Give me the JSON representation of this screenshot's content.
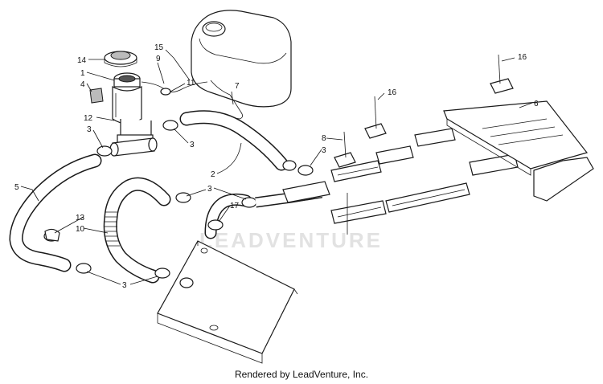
{
  "diagram": {
    "watermark": "LEADVENTURE",
    "footer": "Rendered by LeadVenture, Inc.",
    "callouts": [
      {
        "id": "c14",
        "text": "14"
      },
      {
        "id": "c1",
        "text": "1"
      },
      {
        "id": "c4",
        "text": "4"
      },
      {
        "id": "c12",
        "text": "12"
      },
      {
        "id": "c3a",
        "text": "3"
      },
      {
        "id": "c15",
        "text": "15"
      },
      {
        "id": "c9",
        "text": "9"
      },
      {
        "id": "c11",
        "text": "11"
      },
      {
        "id": "c7",
        "text": "7"
      },
      {
        "id": "c3b",
        "text": "3"
      },
      {
        "id": "c16a",
        "text": "16"
      },
      {
        "id": "c16b",
        "text": "16"
      },
      {
        "id": "c6",
        "text": "6"
      },
      {
        "id": "c8",
        "text": "8"
      },
      {
        "id": "c3c",
        "text": "3"
      },
      {
        "id": "c2",
        "text": "2"
      },
      {
        "id": "c5",
        "text": "5"
      },
      {
        "id": "c3d",
        "text": "3"
      },
      {
        "id": "c13",
        "text": "13"
      },
      {
        "id": "c10",
        "text": "10"
      },
      {
        "id": "c17",
        "text": "17"
      },
      {
        "id": "c3e",
        "text": "3"
      }
    ]
  }
}
